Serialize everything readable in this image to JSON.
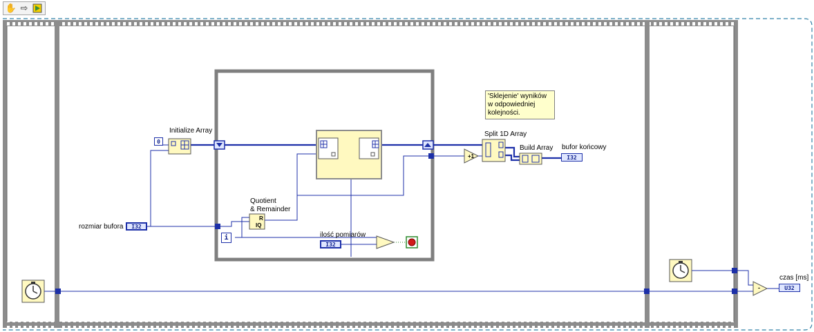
{
  "toolbar": {
    "icons": [
      "hand-icon",
      "arrow-right-icon",
      "run-vi-icon"
    ]
  },
  "nodes": {
    "initialize_array": "Initialize Array",
    "init_constant": "0",
    "quotient_remainder_line1": "Quotient",
    "quotient_remainder_line2": "& Remainder",
    "split_1d_array": "Split 1D Array",
    "build_array": "Build Array",
    "increment_symbol": "+1",
    "decrement_symbol": "-",
    "iteration_terminal": "i",
    "qr_top": "R",
    "qr_bottom": "IQ"
  },
  "terminals": {
    "rozmiar_bufora_label": "rozmiar bufora",
    "rozmiar_bufora_type": "I32",
    "ilosc_pomiarow_label": "ilość pomiarów",
    "ilosc_pomiarow_type": "I32",
    "bufor_koncowy_label": "bufor końcowy",
    "bufor_koncowy_type": "I32",
    "czas_label": "czas [ms]",
    "czas_type": "U32"
  },
  "comment": {
    "line1": "'Sklejenie' wyników",
    "line2": "w odpowiedniej",
    "line3": "kolejności."
  },
  "colors": {
    "wire": "#1c2fa8",
    "frame": "#8c8c8c",
    "loop": "#7f7f7f",
    "comment_bg": "#ffffcc"
  }
}
